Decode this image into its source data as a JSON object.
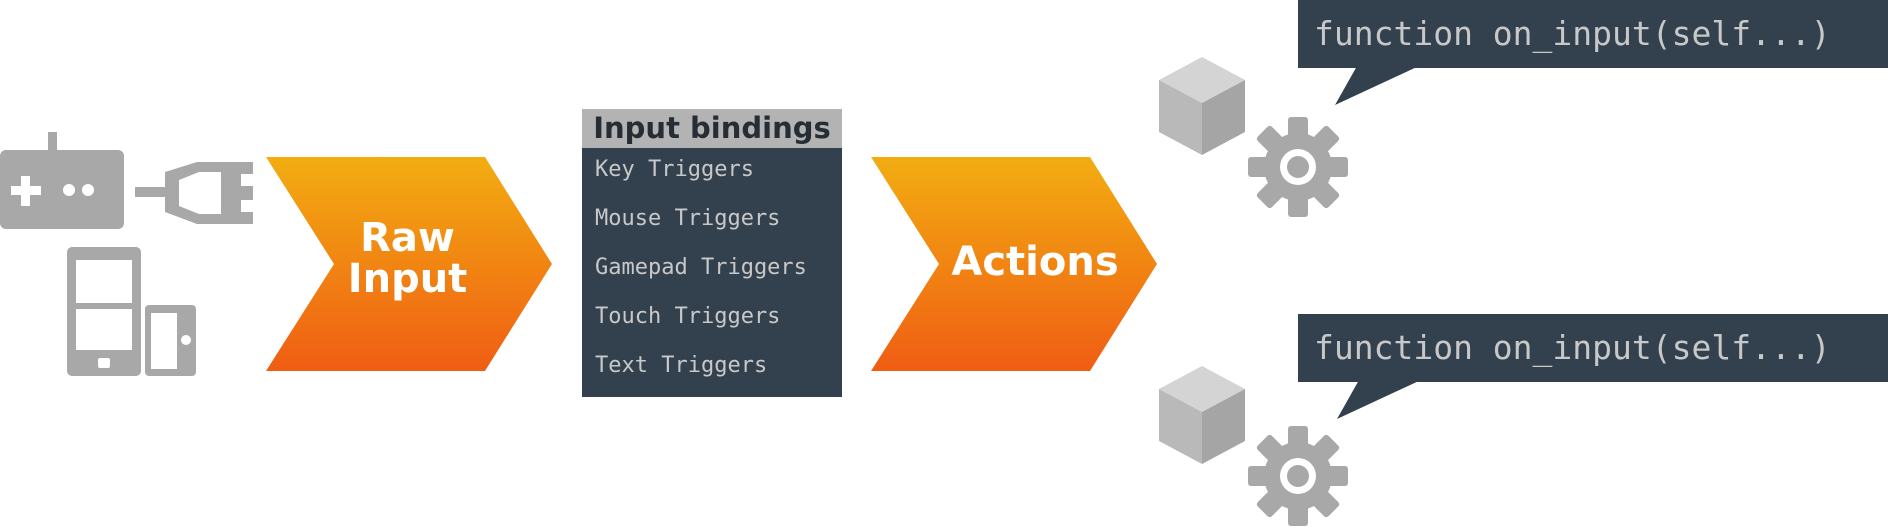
{
  "colors": {
    "chevron_top": "#f2ad12",
    "chevron_bottom": "#f05d13",
    "panel_bg": "#33414f",
    "panel_header_bg": "#b3b3b3",
    "code_text": "#c8c8c8",
    "icon_gray": "#a8a8a8"
  },
  "devices": {
    "icons": [
      "gamepad-icon",
      "usb-plug-icon",
      "phone-icon",
      "tablet-icon"
    ]
  },
  "raw_input": {
    "line1": "Raw",
    "line2": "Input"
  },
  "bindings": {
    "title": "Input bindings",
    "triggers": [
      "Key Triggers",
      "Mouse Triggers",
      "Gamepad Triggers",
      "Touch Triggers",
      "Text Triggers"
    ]
  },
  "actions": {
    "label": "Actions"
  },
  "handlers": [
    {
      "code": "function on_input(self...)",
      "icons": [
        "cube-icon",
        "gear-icon"
      ]
    },
    {
      "code": "function on_input(self...)",
      "icons": [
        "cube-icon",
        "gear-icon"
      ]
    }
  ]
}
